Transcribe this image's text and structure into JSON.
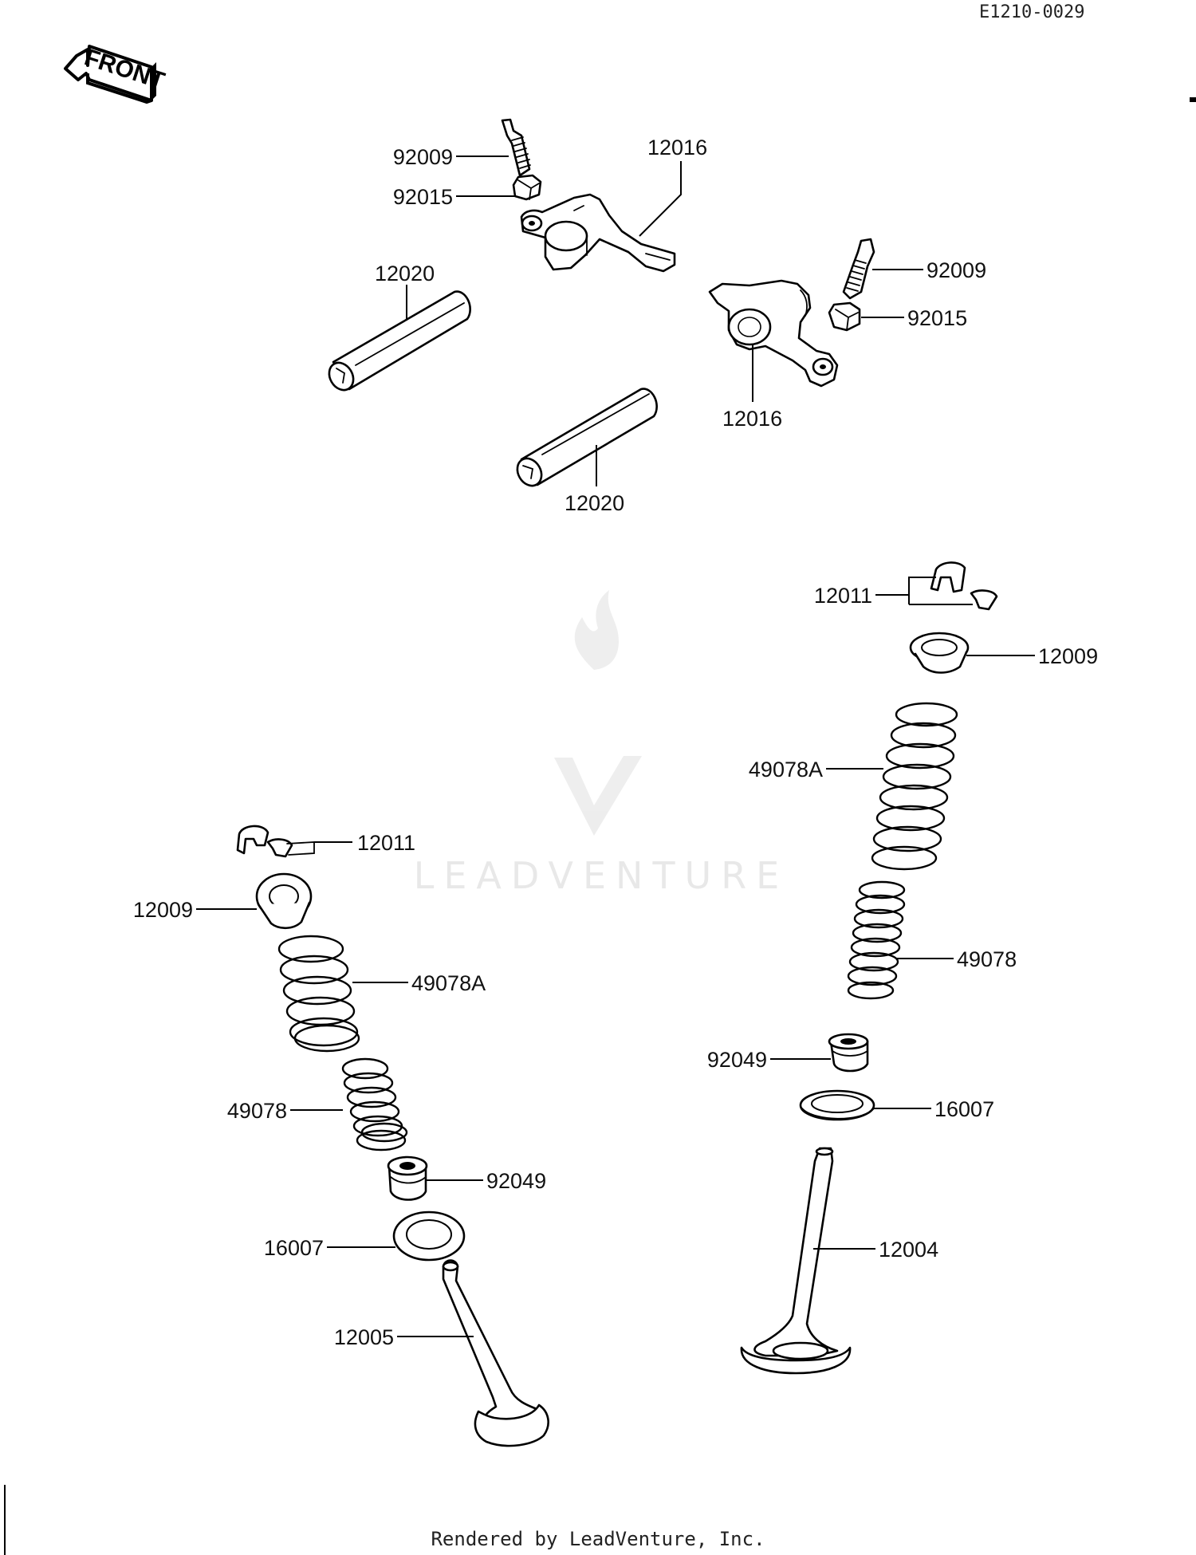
{
  "diagram_code": "E1210-0029",
  "front_label": "FRONT",
  "watermark_text": "LEADVENTURE",
  "footer": "Rendered by LeadVenture, Inc.",
  "parts": {
    "p92009_a": "92009",
    "p92015_a": "92015",
    "p12016_a": "12016",
    "p12020_a": "12020",
    "p92009_b": "92009",
    "p92015_b": "92015",
    "p12016_b": "12016",
    "p12020_b": "12020",
    "p12011_r": "12011",
    "p12009_r": "12009",
    "p49078A_r": "49078A",
    "p49078_r": "49078",
    "p92049_r": "92049",
    "p16007_r": "16007",
    "p12004_r": "12004",
    "p12011_l": "12011",
    "p12009_l": "12009",
    "p49078A_l": "49078A",
    "p49078_l": "49078",
    "p92049_l": "92049",
    "p16007_l": "16007",
    "p12005_l": "12005"
  }
}
